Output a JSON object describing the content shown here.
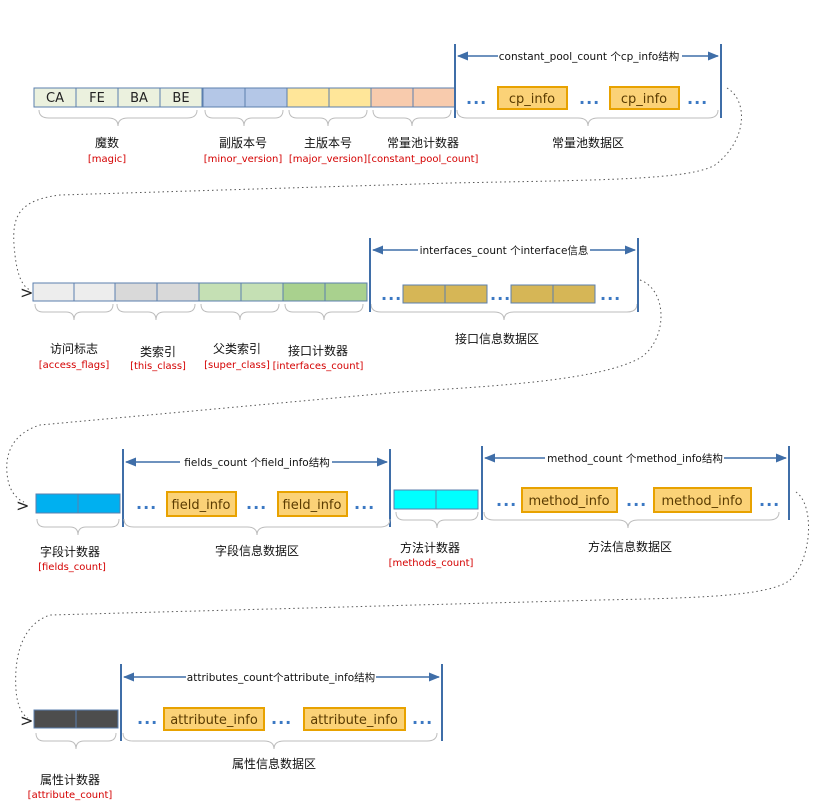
{
  "magic": {
    "bytes": [
      "CA",
      "FE",
      "BA",
      "BE"
    ],
    "label": "魔数",
    "note": "[magic]",
    "color": "#ebf1de"
  },
  "minor_version": {
    "label": "副版本号",
    "note": "[minor_version]",
    "color": "#b4c7e7"
  },
  "major_version": {
    "label": "主版本号",
    "note": "[major_version]",
    "color": "#ffe699"
  },
  "constant_pool_count": {
    "label": "常量池计数器",
    "note": "[constant_pool_count]",
    "color": "#f8cbad"
  },
  "constant_pool": {
    "label": "常量池数据区",
    "arrow_text": "constant_pool_count 个cp_info结构",
    "items": [
      "cp_info",
      "cp_info"
    ],
    "dots": "..."
  },
  "access_flags": {
    "label": "访问标志",
    "note": "[access_flags]",
    "color": "#ededed"
  },
  "this_class": {
    "label": "类索引",
    "note": "[this_class]",
    "color": "#d9d9d9"
  },
  "super_class": {
    "label": "父类索引",
    "note": "[super_class]",
    "color": "#c5e0b4"
  },
  "interfaces_count": {
    "label": "接口计数器",
    "note": "[interfaces_count]",
    "color": "#a9d18e"
  },
  "interfaces": {
    "label": "接口信息数据区",
    "arrow_text": "interfaces_count 个interface信息",
    "color": "#d6b656",
    "dots": "..."
  },
  "fields_count": {
    "label": "字段计数器",
    "note": "[fields_count]",
    "color": "#00b0f0"
  },
  "fields": {
    "label": "字段信息数据区",
    "arrow_text": "fields_count 个field_info结构",
    "items": [
      "field_info",
      "field_info"
    ],
    "dots": "..."
  },
  "methods_count": {
    "label": "方法计数器",
    "note": "[methods_count]",
    "color": "#00ffff"
  },
  "methods": {
    "label": "方法信息数据区",
    "arrow_text": "method_count 个method_info结构",
    "items": [
      "method_info",
      "method_info"
    ],
    "dots": "..."
  },
  "attributes_count": {
    "label": "属性计数器",
    "note": "[attribute_count]",
    "color": "#4d4d4d"
  },
  "attributes": {
    "label": "属性信息数据区",
    "arrow_text": "attributes_count个attribute_info结构",
    "items": [
      "attribute_info",
      "attribute_info"
    ],
    "dots": "..."
  },
  "colors": {
    "item_fill": "#fbd277",
    "item_border": "#e8a200",
    "item_text": "#5a3b00",
    "dimension": "#3f6ea8",
    "bracket": "#bdbdbd"
  },
  "continuation_mark": ">"
}
